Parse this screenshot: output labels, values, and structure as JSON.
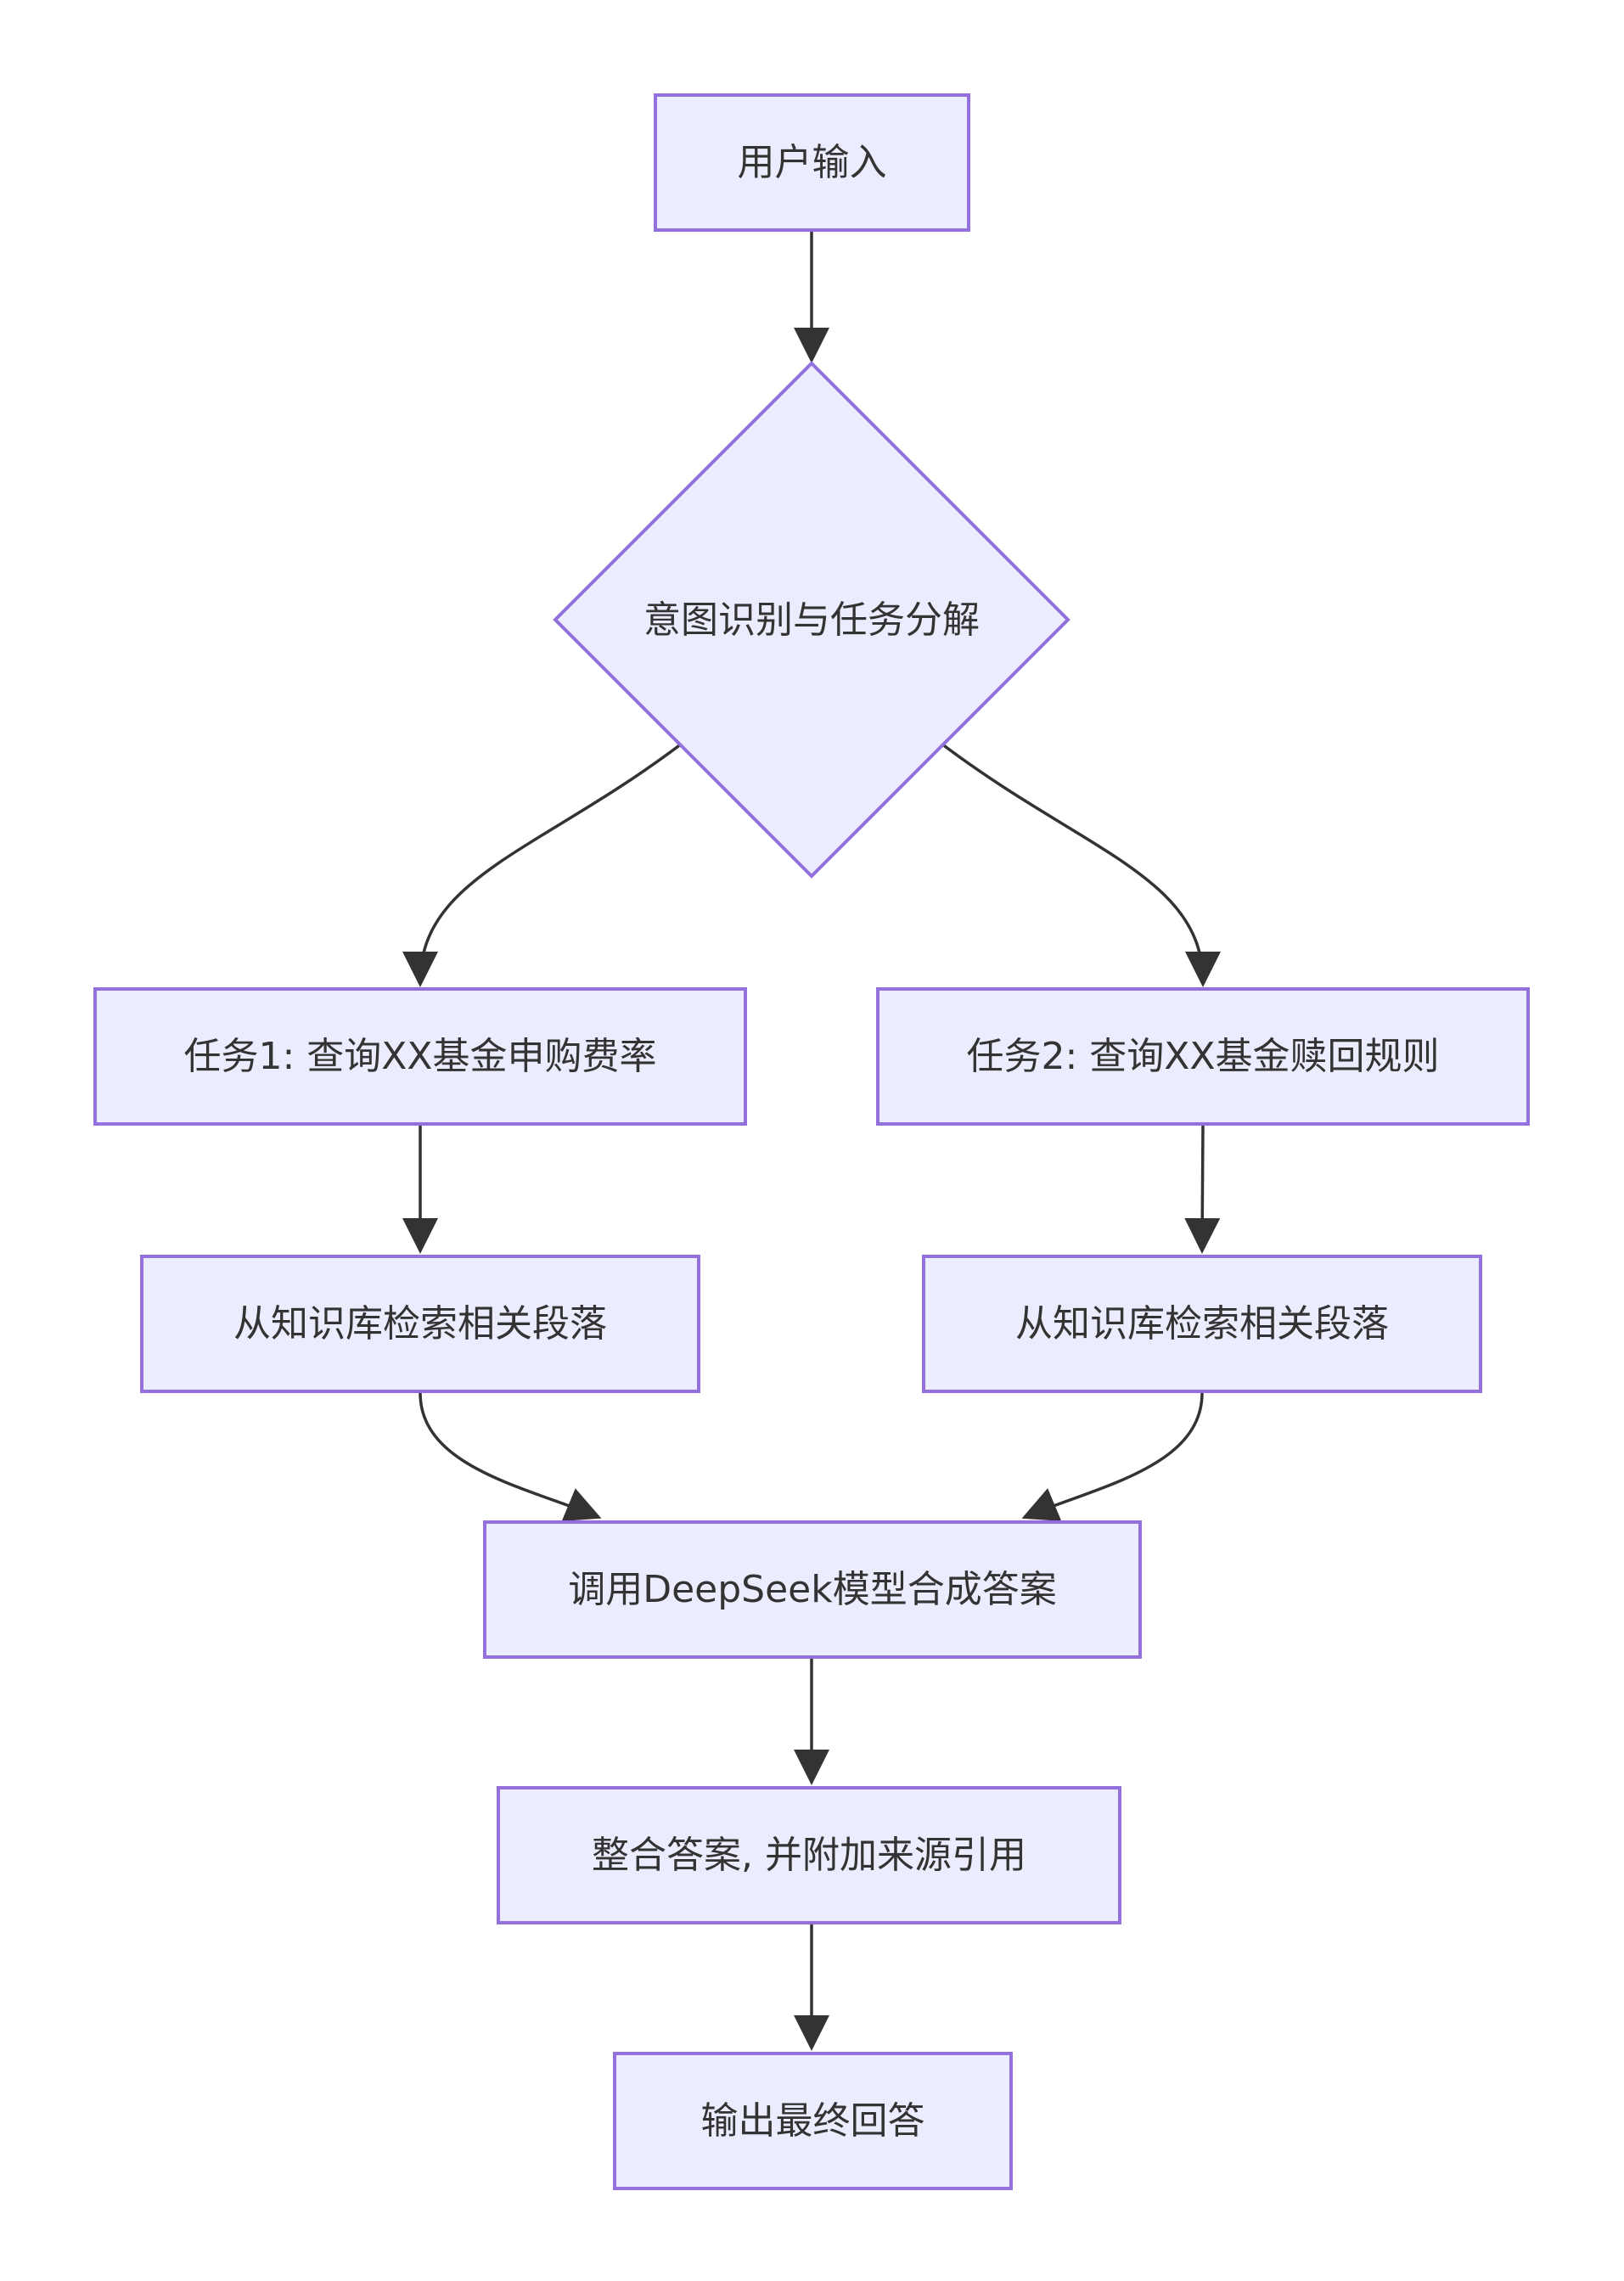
{
  "diagram": {
    "type": "flowchart-top-down",
    "background": "#FFFFFF",
    "style": {
      "node_fill": "#ECECFF",
      "node_border": "#9370DB",
      "edge_color": "#333333",
      "text_color": "#333333"
    },
    "nodes": [
      {
        "id": "A",
        "shape": "rectangle",
        "label": "用户输入"
      },
      {
        "id": "B",
        "shape": "diamond",
        "label": "意图识别与任务分解"
      },
      {
        "id": "C",
        "shape": "rectangle",
        "label": "任务1: 查询XX基金申购费率"
      },
      {
        "id": "D",
        "shape": "rectangle",
        "label": "任务2: 查询XX基金赎回规则"
      },
      {
        "id": "E",
        "shape": "rectangle",
        "label": "从知识库检索相关段落"
      },
      {
        "id": "F",
        "shape": "rectangle",
        "label": "从知识库检索相关段落"
      },
      {
        "id": "G",
        "shape": "rectangle",
        "label": "调用DeepSeek模型合成答案"
      },
      {
        "id": "H",
        "shape": "rectangle",
        "label": "整合答案, 并附加来源引用"
      },
      {
        "id": "I",
        "shape": "rectangle",
        "label": "输出最终回答"
      }
    ],
    "edges": [
      {
        "from": "A",
        "to": "B"
      },
      {
        "from": "B",
        "to": "C"
      },
      {
        "from": "B",
        "to": "D"
      },
      {
        "from": "C",
        "to": "E"
      },
      {
        "from": "D",
        "to": "F"
      },
      {
        "from": "E",
        "to": "G"
      },
      {
        "from": "F",
        "to": "G"
      },
      {
        "from": "G",
        "to": "H"
      },
      {
        "from": "H",
        "to": "I"
      }
    ]
  }
}
